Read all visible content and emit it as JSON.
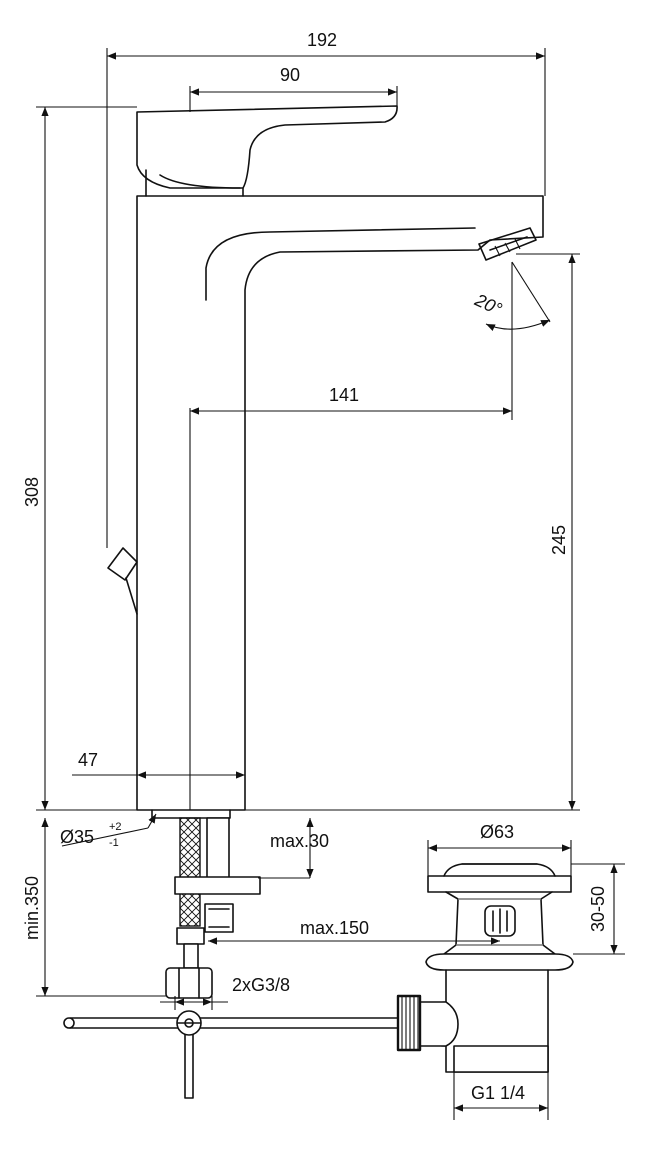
{
  "dimensions": {
    "overall_width": "192",
    "lever_length": "90",
    "spout_reach": "141",
    "overall_height": "308",
    "spout_height": "245",
    "base_width": "47",
    "swivel_angle": "20°",
    "hole_diameter": "Ø35",
    "hole_tolerance_upper": "+2",
    "hole_tolerance_lower": "-1",
    "max_deck_thickness": "max.30",
    "max_drain_distance": "max.150",
    "min_hose_length": "min.350",
    "connection_thread": "2xG3/8",
    "plug_diameter": "Ø63",
    "plug_height": "30-50",
    "drain_thread": "G1 1/4"
  }
}
